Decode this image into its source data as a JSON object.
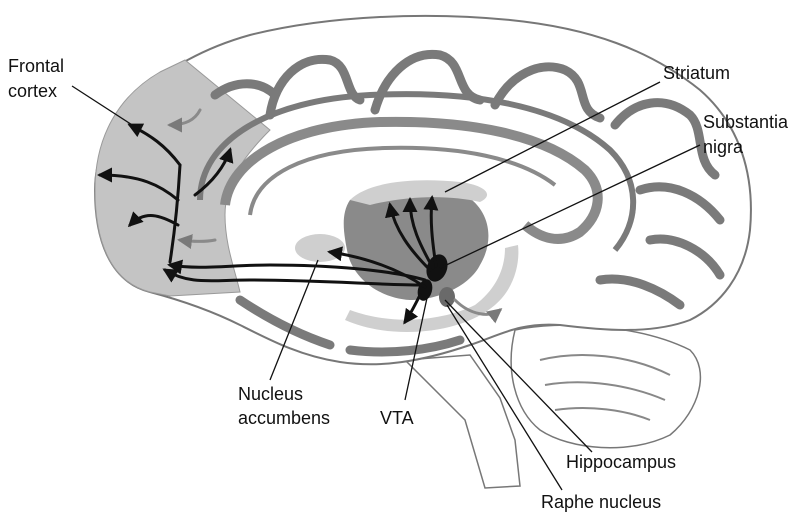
{
  "labels": {
    "frontal_cortex": [
      "Frontal",
      "cortex"
    ],
    "striatum": "Striatum",
    "substantia_nigra": [
      "Substantia",
      "nigra"
    ],
    "nucleus_accumbens": [
      "Nucleus",
      "accumbens"
    ],
    "vta": "VTA",
    "hippocampus": "Hippocampus",
    "raphe_nucleus": "Raphe nucleus"
  },
  "colors": {
    "background": "#ffffff",
    "sulci": "#7a7a7a",
    "frontal_region": "#c4c4c4",
    "light_region": "#cfcfcf",
    "dopamine_pathway": "#111111",
    "serotonin_pathway": "#8a8a8a"
  }
}
